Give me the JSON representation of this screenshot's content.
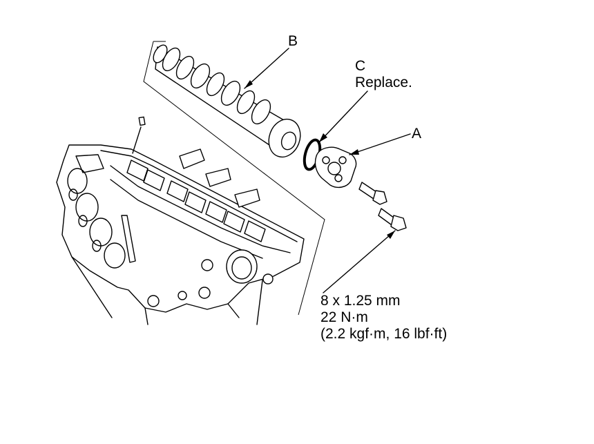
{
  "callouts": {
    "a": "A",
    "b": "B",
    "c": "C",
    "c_note": "Replace."
  },
  "torque_spec": {
    "bolt_size": "8 x 1.25 mm",
    "torque_nm": "22 N·m",
    "torque_alt": "(2.2 kgf·m, 16 lbf·ft)"
  }
}
